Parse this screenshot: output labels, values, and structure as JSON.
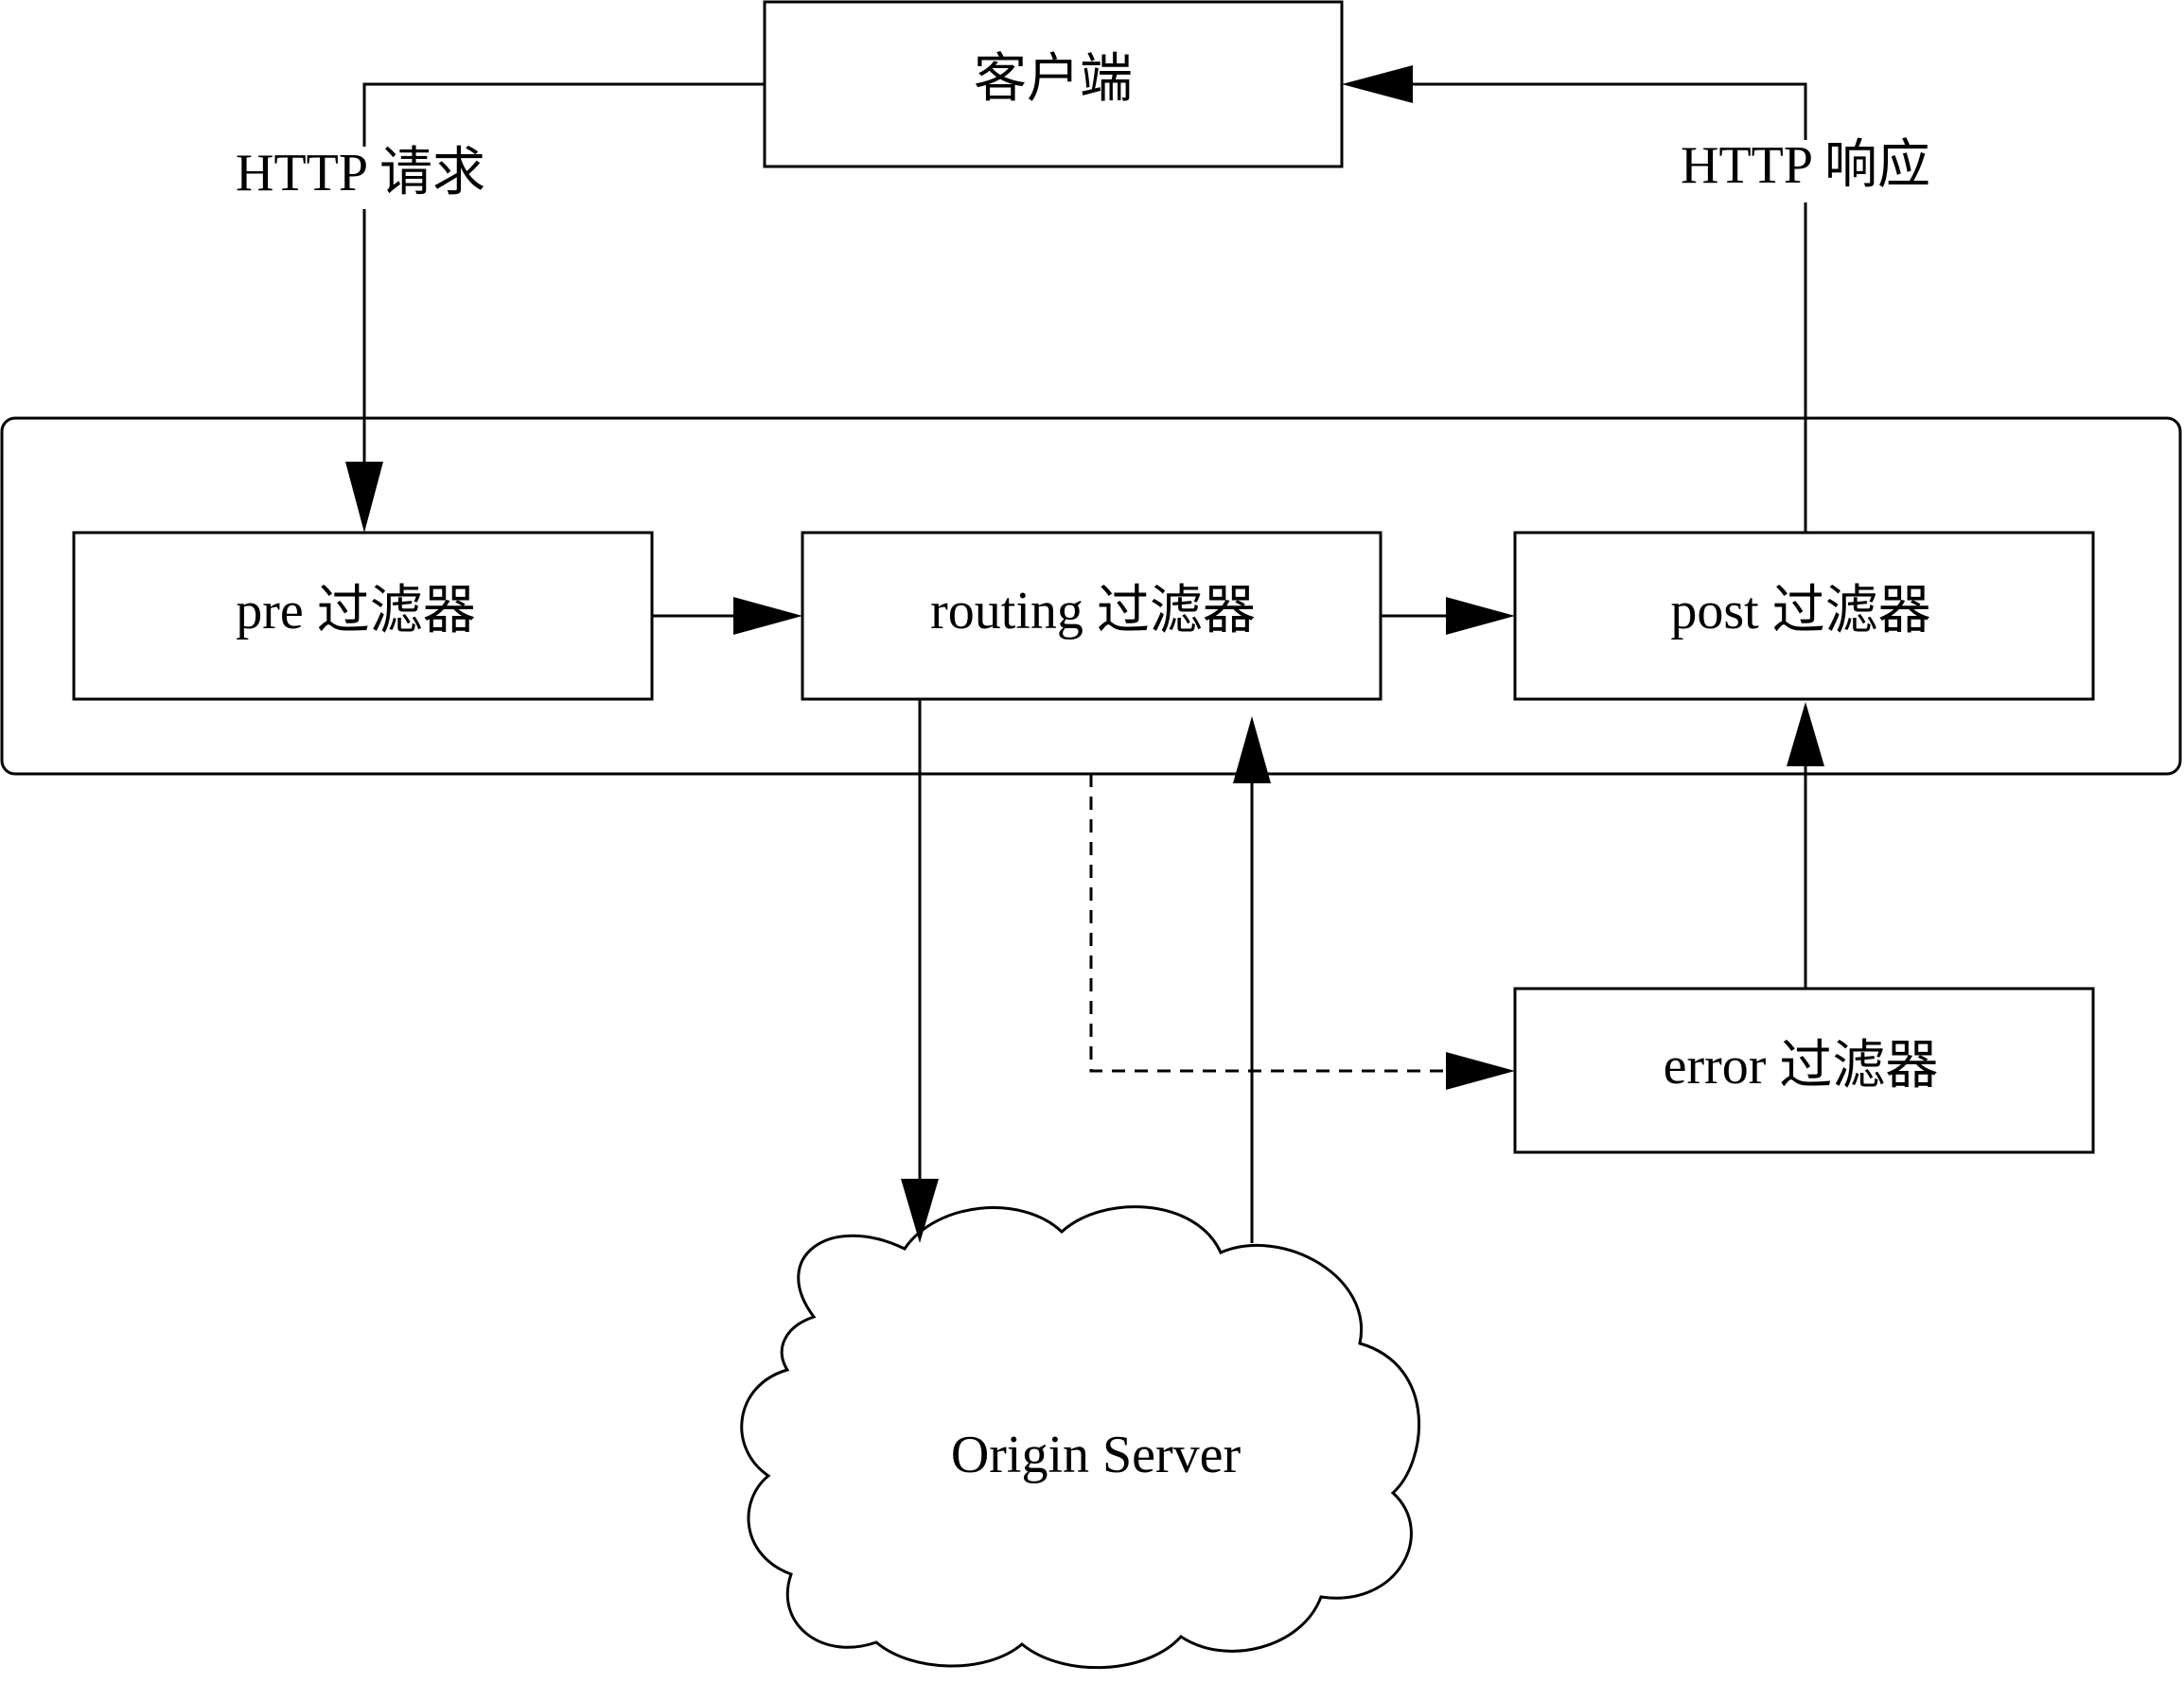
{
  "nodes": {
    "client": "客户端",
    "pre_filter": "pre 过滤器",
    "routing_filter": "routing 过滤器",
    "post_filter": "post 过滤器",
    "error_filter": "error 过滤器",
    "origin_server": "Origin Server"
  },
  "edges": {
    "http_request": "HTTP 请求",
    "http_response": "HTTP 响应"
  },
  "colors": {
    "stroke": "#000000",
    "background": "#ffffff"
  }
}
